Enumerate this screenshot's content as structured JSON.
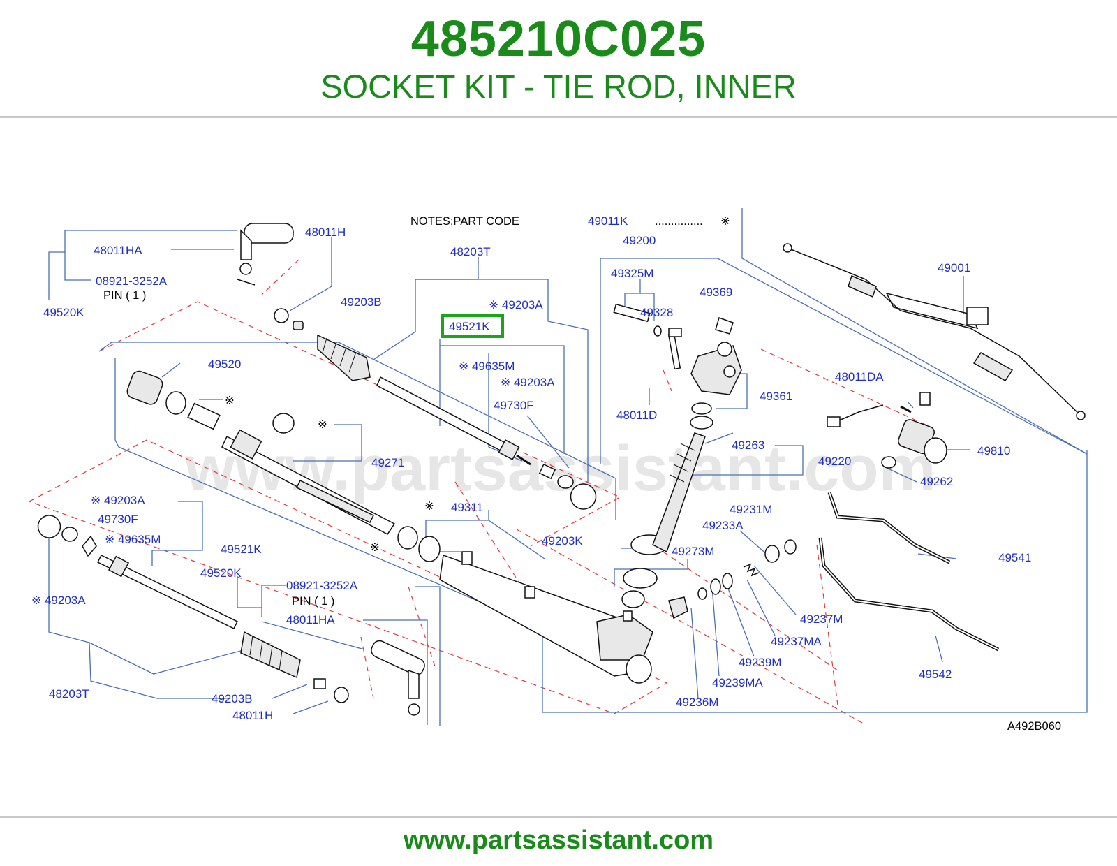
{
  "header": {
    "part_number": "485210C025",
    "description": "SOCKET KIT - TIE ROD, INNER"
  },
  "footer": {
    "url": "www.partsassistant.com"
  },
  "colors": {
    "brand_green": "#1a8a1a",
    "label_blue": "#1f2fc2",
    "leader_blue": "#4a6fb5",
    "dash_red": "#e0393a",
    "highlight": "#1aa51a"
  },
  "diagram": {
    "watermark": "www.partsassistant.com",
    "notes": {
      "prefix": "NOTES;PART   CODE",
      "code": "49011K",
      "dots": "...............",
      "mark": "※"
    },
    "reference_code": "A492B060",
    "highlighted_label": "49521K",
    "labels": {
      "l48011H_top": "48011H",
      "l48011HA_top": "48011HA",
      "l08921_top": "08921-3252A",
      "lpin_top": "PIN  ( 1 )",
      "l49520K_top": "49520K",
      "l48203T_top": "48203T",
      "l49203B_top": "49203B",
      "l49203A_1": "※ 49203A",
      "l49521K": "49521K",
      "l49635M_top": "※ 49635M",
      "l49203A_2": "※ 49203A",
      "l49730F_top": "49730F",
      "l49520": "49520",
      "lstar_1": "※",
      "lstar_2": "※",
      "l49271": "49271",
      "lstar_3": "※",
      "lstar_4": "※",
      "l49311": "49311",
      "l49203K": "49203K",
      "l49200": "49200",
      "l49325M": "49325M",
      "l49328": "49328",
      "l49369": "49369",
      "l48011D": "48011D",
      "l49361": "49361",
      "l49263": "49263",
      "l49220": "49220",
      "l49001": "49001",
      "l48011DA": "48011DA",
      "l49810": "49810",
      "l49262": "49262",
      "l49231M": "49231M",
      "l49233A": "49233A",
      "l49273M": "49273M",
      "l49541": "49541",
      "l49237M": "49237M",
      "l49237MA": "49237MA",
      "l49239M": "49239M",
      "l49239MA": "49239MA",
      "l49236M": "49236M",
      "l49542": "49542",
      "l49203A_3": "※ 49203A",
      "l49730F_bot": "49730F",
      "l49635M_bot": "※ 49635M",
      "l49521K_bot": "49521K",
      "l49520K_bot": "49520K",
      "l08921_bot": "08921-3252A",
      "lpin_bot": "PIN  ( 1 )",
      "l48011HA_bot": "48011HA",
      "l49203A_4": "※ 49203A",
      "l48203T_bot": "48203T",
      "l49203B_bot": "49203B",
      "l48011H_bot": "48011H"
    }
  }
}
